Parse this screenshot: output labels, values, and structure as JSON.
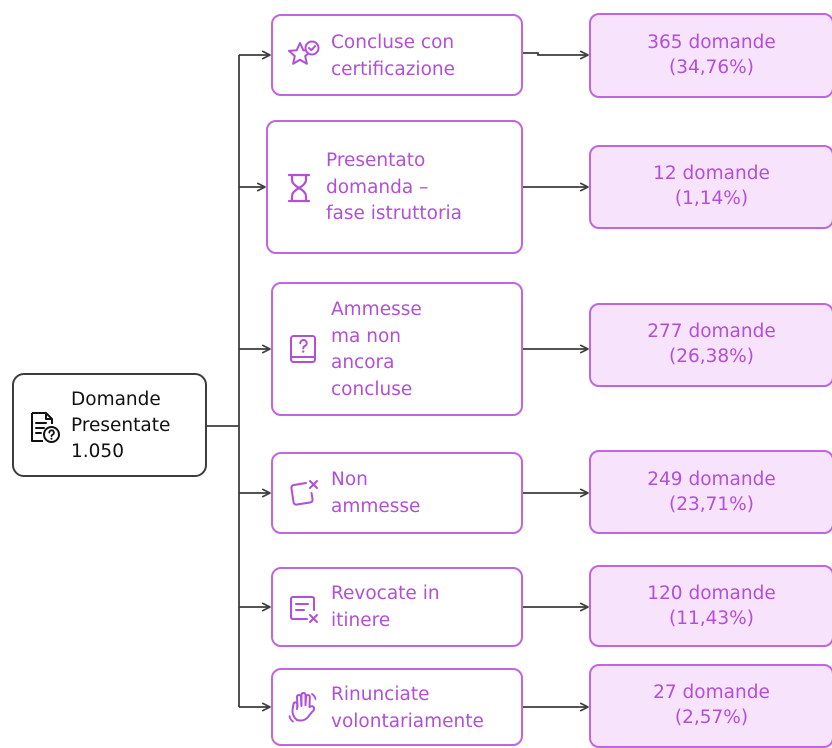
{
  "root": {
    "icon": "document-question-icon",
    "line1": "Domande",
    "line2": "Presentate",
    "line3": "1.050"
  },
  "colors": {
    "accent": "#c165e0",
    "accent_text": "#b24fd8",
    "result_fill": "#f8e3fd",
    "connector": "#3d3d3d"
  },
  "categories": [
    {
      "icon": "star-check-icon",
      "label": "Concluse con\ncertificazione",
      "count": "365 domande",
      "pct": "(34,76%)"
    },
    {
      "icon": "hourglass-icon",
      "label": "Presentato\ndomanda –\nfase istruttoria",
      "count": "12 domande",
      "pct": "(1,14%)"
    },
    {
      "icon": "question-book-icon",
      "label": "Ammesse\nma non\nancora\nconcluse",
      "count": "277 domande",
      "pct": "(26,38%)"
    },
    {
      "icon": "box-x-icon",
      "label": "Non\nammesse",
      "count": "249 domande",
      "pct": "(23,71%)"
    },
    {
      "icon": "list-x-icon",
      "label": "Revocate in\nitinere",
      "count": "120 domande",
      "pct": "(11,43%)"
    },
    {
      "icon": "hand-wave-icon",
      "label": "Rinunciate\nvolontariamente",
      "count": "27 domande",
      "pct": "(2,57%)"
    }
  ]
}
